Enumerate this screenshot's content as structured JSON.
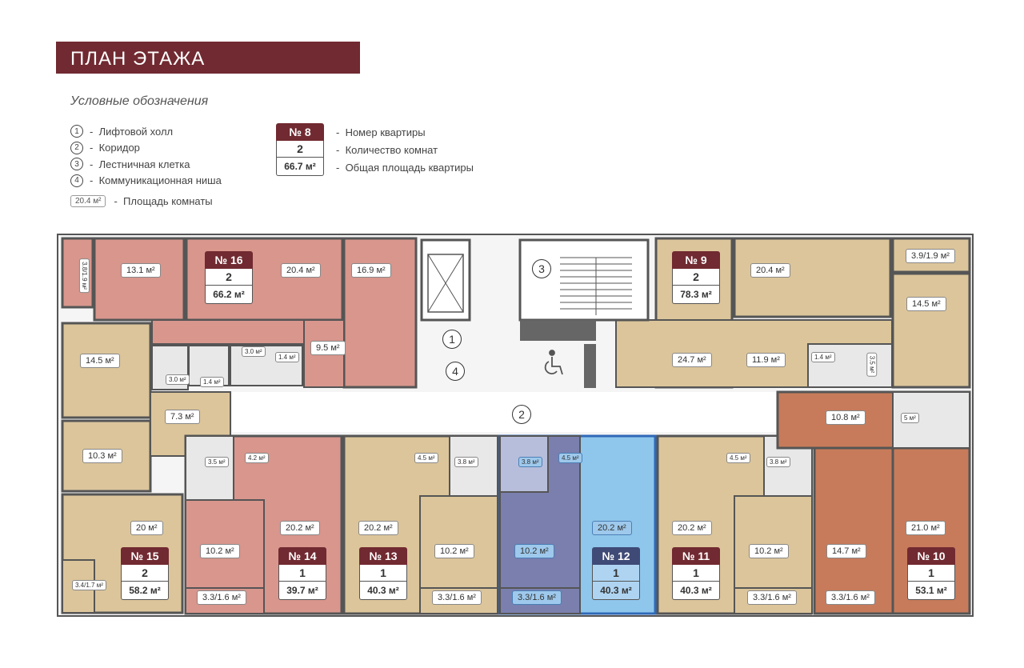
{
  "header": {
    "title": "ПЛАН ЭТАЖА"
  },
  "legend": {
    "title": "Условные обозначения",
    "items": [
      {
        "num": "1",
        "label": "Лифтовой холл"
      },
      {
        "num": "2",
        "label": "Коридор"
      },
      {
        "num": "3",
        "label": "Лестничная клетка"
      },
      {
        "num": "4",
        "label": "Коммуникационная ниша"
      }
    ],
    "area_example": "20.4 м²",
    "area_label": "Площадь комнаты",
    "card_example": {
      "num": "№ 8",
      "rooms": "2",
      "area": "66.7 м²"
    },
    "card_desc": [
      "Номер квартиры",
      "Количество комнат",
      "Общая площадь квартиры"
    ]
  },
  "colors": {
    "brand": "#712a31",
    "pink": "#d8968d",
    "tan": "#dcc59b",
    "terracotta": "#c77b5b",
    "selected": "#7a7fad",
    "selected_light": "#8fc7ec"
  },
  "zones": [
    "1",
    "2",
    "3",
    "4"
  ],
  "apartments": [
    {
      "num": "№ 16",
      "rooms": "2",
      "area": "66.2 м²"
    },
    {
      "num": "№ 9",
      "rooms": "2",
      "area": "78.3 м²"
    },
    {
      "num": "№ 15",
      "rooms": "2",
      "area": "58.2 м²"
    },
    {
      "num": "№ 14",
      "rooms": "1",
      "area": "39.7 м²"
    },
    {
      "num": "№ 13",
      "rooms": "1",
      "area": "40.3 м²"
    },
    {
      "num": "№ 12",
      "rooms": "1",
      "area": "40.3 м²"
    },
    {
      "num": "№ 11",
      "rooms": "1",
      "area": "40.3 м²"
    },
    {
      "num": "№ 10",
      "rooms": "1",
      "area": "53.1 м²"
    }
  ],
  "rooms": [
    "3.8/1.9 м²",
    "13.1 м²",
    "20.4 м²",
    "16.9 м²",
    "14.5 м²",
    "3.0 м²",
    "1.4 м²",
    "3.0 м²",
    "1.4 м²",
    "9.5 м²",
    "7.3 м²",
    "10.3 м²",
    "20 м²",
    "3.4/1.7 м²",
    "3.5 м²",
    "4.2 м²",
    "10.2 м²",
    "20.2 м²",
    "3.3/1.6 м²",
    "4.5 м²",
    "3.8 м²",
    "20.2 м²",
    "10.2 м²",
    "3.3/1.6 м²",
    "3.8 м²",
    "4.5 м²",
    "10.2 м²",
    "20.2 м²",
    "3.3/1.6 м²",
    "20.2 м²",
    "4.5 м²",
    "3.8 м²",
    "10.2 м²",
    "3.3/1.6 м²",
    "20.4 м²",
    "3.9/1.9 м²",
    "14.5 м²",
    "24.7 м²",
    "11.9 м²",
    "1.4 м²",
    "3.5 м²",
    "10.8 м²",
    "5 м²",
    "14.7 м²",
    "21.0 м²",
    "3.3/1.6 м²"
  ]
}
